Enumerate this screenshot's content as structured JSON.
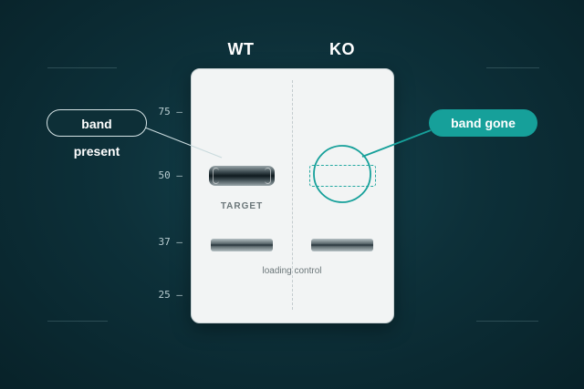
{
  "lanes": {
    "wt_label": "WT",
    "ko_label": "KO"
  },
  "markers": [
    {
      "label": "75 —",
      "kda": 75
    },
    {
      "label": "50 —",
      "kda": 50
    },
    {
      "label": "37 —",
      "kda": 37
    },
    {
      "label": "25 —",
      "kda": 25
    }
  ],
  "bands": {
    "target_label": "TARGET",
    "loading_control_label": "loading control"
  },
  "callouts": {
    "present_label": "band present",
    "gone_label": "band gone"
  },
  "colors": {
    "background": "#0d3039",
    "blot": "#f2f4f4",
    "accent_teal": "#16a09a",
    "band_dark": "#26333a"
  }
}
